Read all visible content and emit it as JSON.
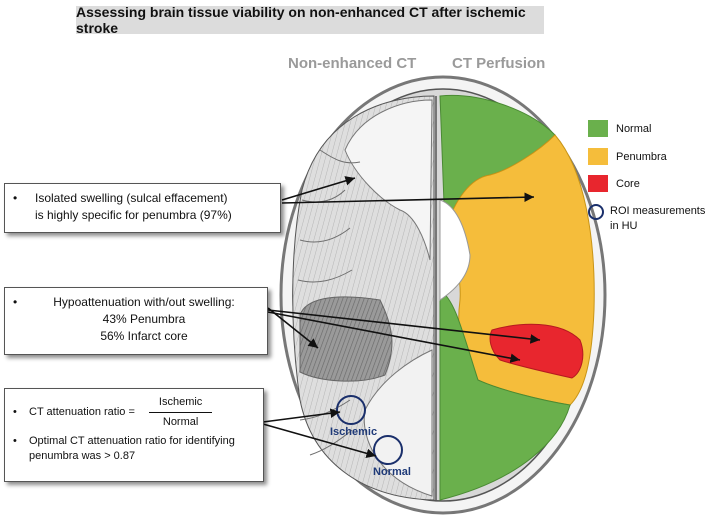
{
  "title": "Assessing brain tissue viability on non-enhanced CT after ischemic stroke",
  "columns": {
    "left": "Non-enhanced CT",
    "right": "CT Perfusion"
  },
  "legend": {
    "normal": {
      "label": "Normal",
      "color": "#6ab04c"
    },
    "penumbra": {
      "label": "Penumbra",
      "color": "#f5bd3b"
    },
    "core": {
      "label": "Core",
      "color": "#e8262e"
    },
    "roi": {
      "line1": "ROI measurements",
      "line2": "in HU",
      "color": "#1a2f6b"
    }
  },
  "box_swelling": {
    "bullet": "•",
    "line1": "Isolated swelling (sulcal effacement)",
    "line2": "is highly specific for penumbra (97%)"
  },
  "box_hypo": {
    "bullet": "•",
    "line1": "Hypoattenuation with/out swelling:",
    "line2": "43%  Penumbra",
    "line3": "56% Infarct core"
  },
  "box_ratio": {
    "bullet": "•",
    "ratio_label": "CT attenuation ratio =",
    "numerator": "Ischemic",
    "denominator": "Normal",
    "optimal_line1": "Optimal CT attenuation ratio for identifying",
    "optimal_line2": "penumbra was > 0.87"
  },
  "roi_labels": {
    "ischemic": "Ischemic",
    "normal": "Normal"
  }
}
